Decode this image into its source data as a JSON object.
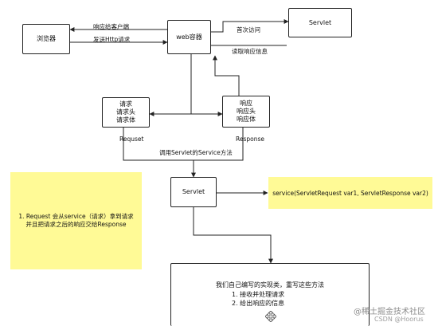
{
  "nodes": {
    "browser": "浏览器",
    "web_container": "web容器",
    "servlet_top": "Servlet",
    "request_lines": [
      "请求",
      "请求头",
      "请求体"
    ],
    "request_caption": "Requset",
    "response_lines": [
      "响应",
      "响应头",
      "响应体"
    ],
    "response_caption": "Response",
    "servlet_mid": "Servlet",
    "custom_impl_title": "我们自己编写的实现类，重写这些方法",
    "custom_impl_items": [
      "1. 接收并处理请求",
      "2. 给出响应的信息"
    ]
  },
  "edge_labels": {
    "respond_to_client": "响应给客户端",
    "send_http_request": "发送Http请求",
    "first_visit": "首次访问",
    "read_response": "读取响应信息",
    "call_service": "调用Servlet的Service方法"
  },
  "notes": {
    "left_lines": [
      "1. Request 会从service（请求）拿到请求",
      "并且把请求之后的响应交给Response"
    ],
    "right": "service(ServletRequest var1, ServletResponse var2)"
  },
  "watermark": {
    "line1": "@稀土掘金技术社区",
    "line2": "CSDN @Hoorus"
  },
  "colors": {
    "note_fill": "#fffa96",
    "stroke": "#222222"
  }
}
